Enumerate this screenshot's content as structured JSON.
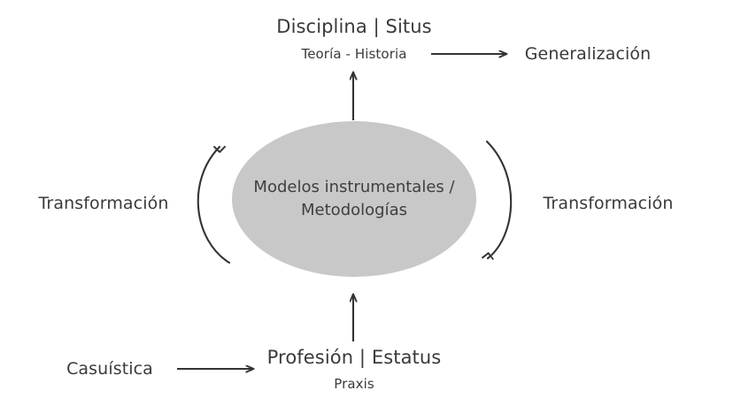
{
  "diagram": {
    "title_text": "Disciplina | Situs",
    "center": {
      "line1": "Modelos instrumentales /",
      "line2": "Metodologías",
      "fill_color": "#c8c8c8"
    },
    "nodes": {
      "top": {
        "title": "Disciplina | Situs",
        "subtitle": "Teoría - Historia"
      },
      "bottom": {
        "title": "Profesión | Estatus",
        "subtitle": "Praxis"
      },
      "top_right": {
        "label": "Generalización"
      },
      "bottom_left": {
        "label": "Casuística"
      },
      "left": {
        "label": "Transformación"
      },
      "right": {
        "label": "Transformación"
      }
    },
    "arrows": {
      "up_to_top": "arrow-up-icon",
      "up_from_bottom": "arrow-up-icon",
      "to_generalizacion": "arrow-right-icon",
      "from_casuistica": "arrow-right-icon",
      "left_curve": "curved-arrow-up-icon",
      "right_curve": "curved-arrow-down-icon"
    },
    "stroke_color": "#333333",
    "text_color": "#3a3a3a"
  }
}
